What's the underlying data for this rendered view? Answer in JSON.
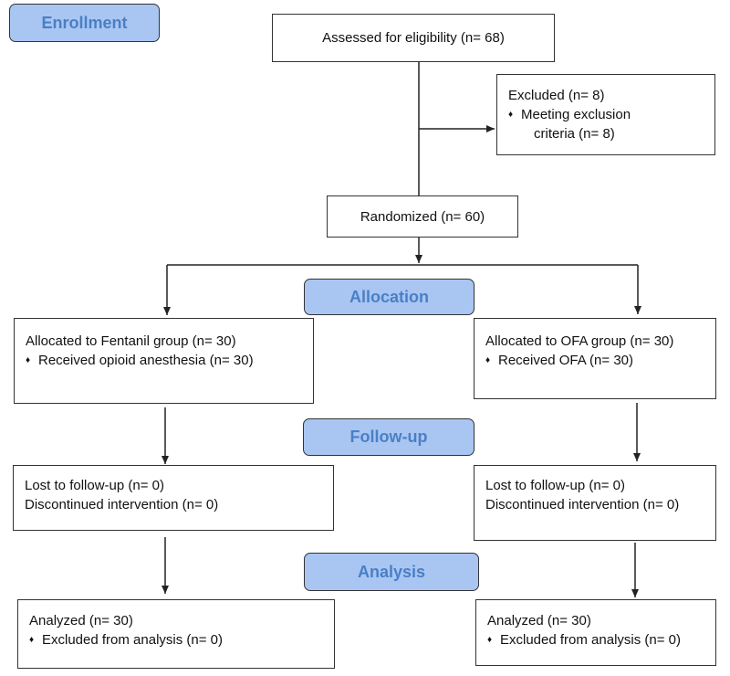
{
  "stages": {
    "enrollment": "Enrollment",
    "allocation": "Allocation",
    "followup": "Follow-up",
    "analysis": "Analysis"
  },
  "assessed": "Assessed for eligibility (n= 68)",
  "excluded": {
    "title": "Excluded (n= 8)",
    "bullet_line1": "Meeting exclusion",
    "bullet_line2": "criteria (n= 8)"
  },
  "randomized": "Randomized (n= 60)",
  "left": {
    "allocated": "Allocated to Fentanil group (n= 30)",
    "allocated_detail": "Received opioid anesthesia (n= 30)",
    "lost": "Lost to follow-up (n= 0)",
    "discontinued": "Discontinued intervention (n= 0)",
    "analyzed": "Analyzed (n= 30)",
    "excluded_analysis": "Excluded from analysis (n= 0)"
  },
  "right": {
    "allocated": "Allocated to OFA group (n= 30)",
    "allocated_detail": "Received OFA (n= 30)",
    "lost": "Lost to follow-up (n= 0)",
    "discontinued": "Discontinued intervention (n= 0)",
    "analyzed": "Analyzed (n= 30)",
    "excluded_analysis": "Excluded from analysis (n= 0)"
  },
  "colors": {
    "stage_fill": "#a9c6f3",
    "stage_text": "#4a7fc4"
  },
  "bullet_glyph": "♦"
}
